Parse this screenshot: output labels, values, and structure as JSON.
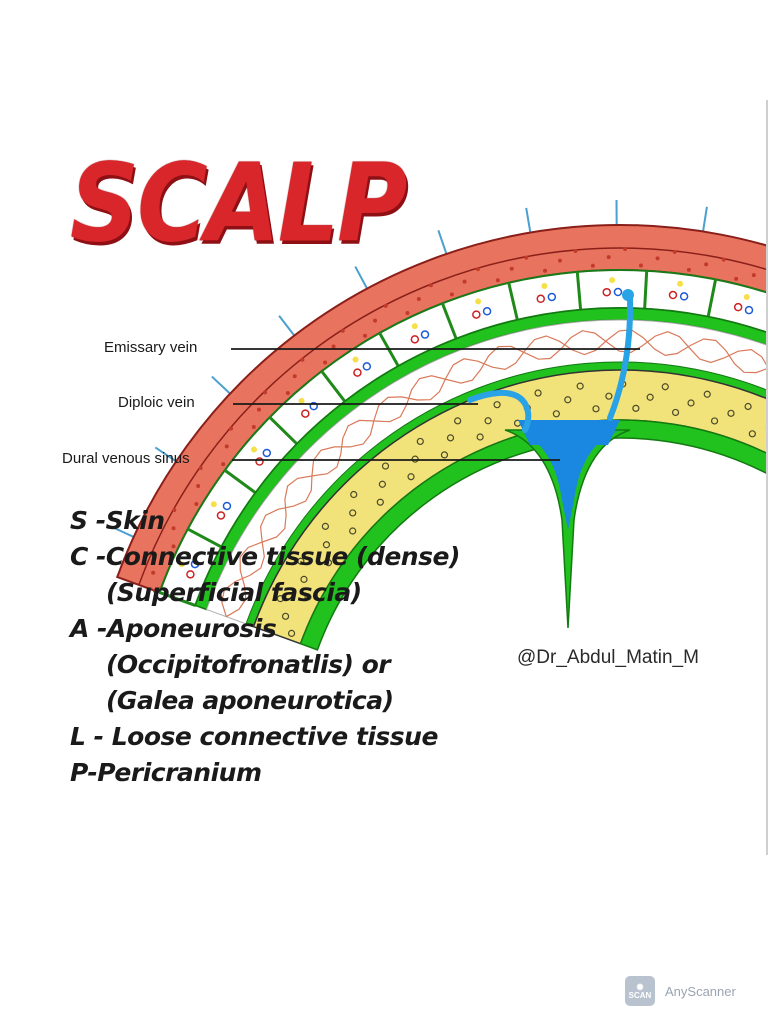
{
  "title": "SCALP",
  "labels": {
    "emissary": "Emissary vein",
    "diploic": "Diploic vein",
    "dural": "Dural venous sinus"
  },
  "mnemonic": [
    {
      "text": "S -Skin",
      "indent": false
    },
    {
      "text": "C -Connective tissue (dense)",
      "indent": false
    },
    {
      "text": "(Superficial fascia)",
      "indent": true
    },
    {
      "text": "A -Aponeurosis",
      "indent": false
    },
    {
      "text": "(Occipitofronatlis) or",
      "indent": true
    },
    {
      "text": "(Galea aponeurotica)",
      "indent": true
    },
    {
      "text": "L - Loose connective tissue",
      "indent": false
    },
    {
      "text": "P-Pericranium",
      "indent": false
    }
  ],
  "credit": "@Dr_Abdul_Matin_M",
  "watermark": {
    "badge": "SCAN",
    "name": "AnyScanner"
  },
  "colors": {
    "title": "#d8262a",
    "skin": "#e8745f",
    "dense": "#ffffff",
    "aponeurosis": "#22c21e",
    "bone": "#f2e27a",
    "vein": "#2aa3e6"
  }
}
